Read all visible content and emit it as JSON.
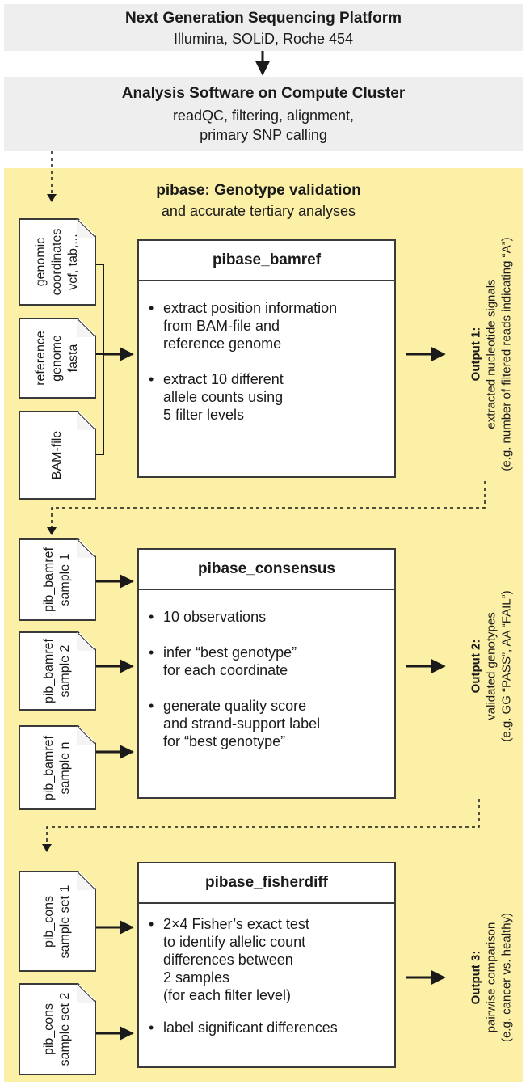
{
  "platform": {
    "title": "Next Generation Sequencing Platform",
    "subtitle": "Illumina, SOLiD, Roche 454"
  },
  "analysis": {
    "title": "Analysis Software on Compute Cluster",
    "line1": "readQC, filtering, alignment,",
    "line2": "primary SNP calling"
  },
  "panel": {
    "title": "pibase: Genotype validation",
    "subtitle": "and accurate tertiary analyses",
    "bullet": "•"
  },
  "section1": {
    "inputs": [
      {
        "line1": "genomic",
        "line2": "coordinates",
        "line3": "vcf, tab,..."
      },
      {
        "line1": "reference",
        "line2": "genome",
        "line3": "fasta"
      },
      {
        "line1": "BAM-file"
      }
    ],
    "process": {
      "title": "pibase_bamref",
      "bullets": [
        {
          "l1": "extract position information",
          "l2": "from BAM-file and",
          "l3": "reference genome"
        },
        {
          "l1": "extract 10 different",
          "l2": "allele counts using",
          "l3": "5 filter levels"
        }
      ]
    },
    "output": {
      "label": "Output 1:",
      "line1": "extracted nucleotide signals",
      "line2": "(e.g. number of filtered reads indicating “A”)"
    }
  },
  "section2": {
    "inputs": [
      {
        "line1": "pib_bamref",
        "line2": "sample 1"
      },
      {
        "line1": "pib_bamref",
        "line2": "sample 2"
      },
      {
        "line1": "pib_bamref",
        "line2": "sample n"
      }
    ],
    "process": {
      "title": "pibase_consensus",
      "bullets": [
        {
          "l1": "10 observations"
        },
        {
          "l1": "infer “best genotype”",
          "l2": "for each coordinate"
        },
        {
          "l1": "generate quality score",
          "l2": "and strand-support label",
          "l3": "for “best genotype”"
        }
      ]
    },
    "output": {
      "label": "Output 2:",
      "line1": "validated genotypes",
      "line2": "(e.g. GG “PASS”, AA “FAIL”)"
    }
  },
  "section3": {
    "inputs": [
      {
        "line1": "pib_cons",
        "line2": "sample set 1"
      },
      {
        "line1": "pib_cons",
        "line2": "sample set 2"
      }
    ],
    "process": {
      "title": "pibase_fisherdiff",
      "bullets": [
        {
          "l1": "2×4 Fisher’s exact test",
          "l2": "to identify allelic count",
          "l3": "differences between",
          "l4": "2 samples",
          "l5": "(for each filter level)"
        },
        {
          "l1": "label significant differences"
        }
      ]
    },
    "output": {
      "label": "Output 3:",
      "line1": "pairwise comparison",
      "line2": "(e.g. cancer vs. healthy)"
    }
  }
}
